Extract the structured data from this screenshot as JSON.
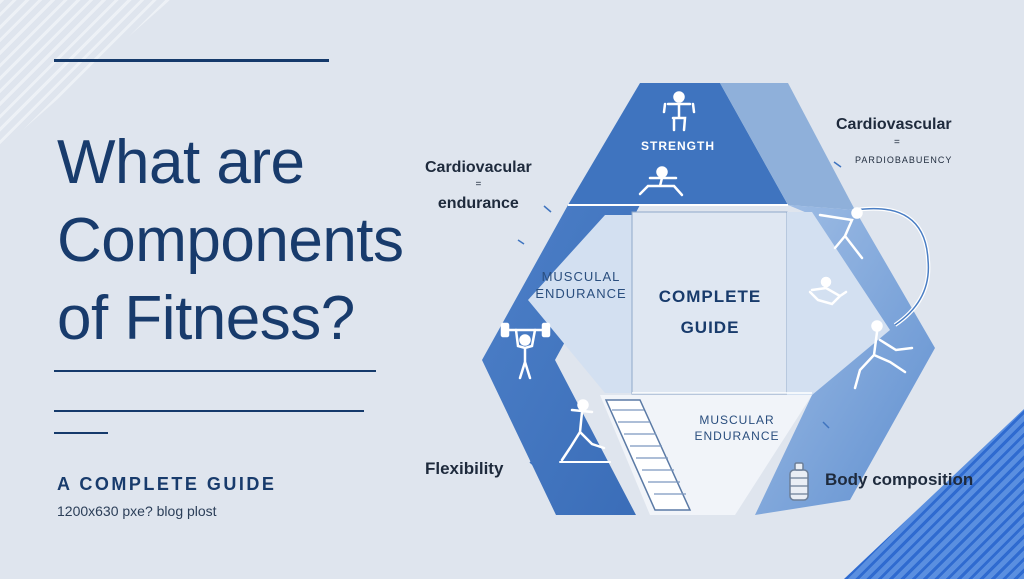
{
  "title_lines": [
    "What are",
    "Components",
    "of Fitness?"
  ],
  "subtitle": "A COMPLETE GUIDE",
  "caption": "1200x630 pxe? blog plost",
  "diagram": {
    "top_section": "STRENGTH",
    "center_line1": "COMPLETE",
    "center_line2": "GUIDE",
    "left_section_line1": "MUSCULAL",
    "left_section_line2": "ENDURANCE",
    "bottom_section_line1": "MUSCULAR",
    "bottom_section_line2": "ENDURANCE"
  },
  "callouts": {
    "left_top_line1": "Cardiovacular",
    "left_top_line2": "endurance",
    "right_top_title": "Cardiovascular",
    "right_top_sub": "PARDIOBABUENCY",
    "flexibility": "Flexibility",
    "body_composition": "Body composition"
  },
  "colors": {
    "navy": "#183b6c",
    "primary_blue": "#3f74bf",
    "light_blue": "#8fb0da",
    "pale_blue": "#d3e0f1",
    "background": "#dfe5ee"
  },
  "icons": [
    "strongman-icon",
    "squat-icon",
    "weightlifter-icon",
    "runner-icon",
    "diver-icon",
    "tumbler-icon",
    "yoga-icon",
    "water-jug-icon"
  ]
}
